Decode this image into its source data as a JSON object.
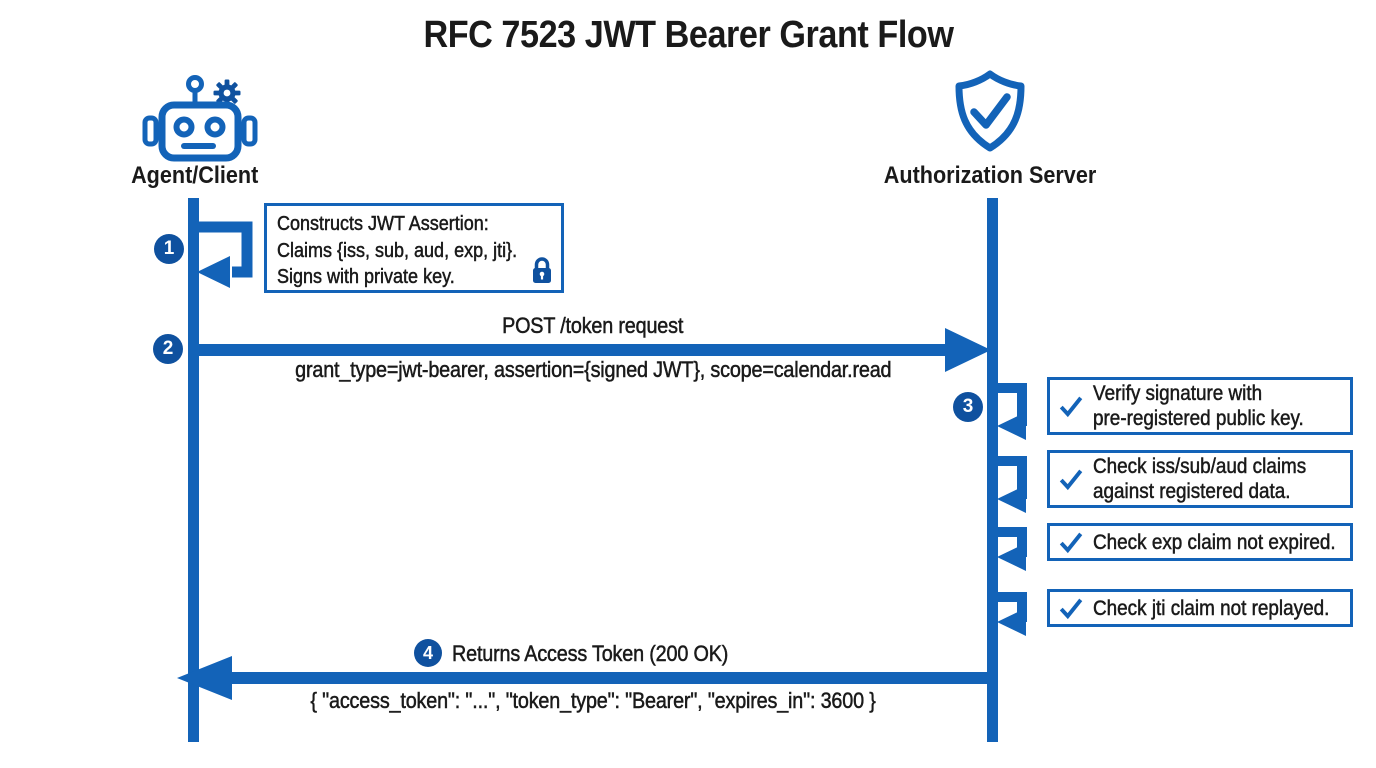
{
  "title": "RFC 7523 JWT Bearer Grant Flow",
  "colors": {
    "primary_blue": "#1363b8",
    "dark_blue": "#0f519f",
    "text": "#1a1a1a",
    "background": "#ffffff"
  },
  "actors": {
    "client": {
      "label": "Agent/Client",
      "icon": "robot-icon"
    },
    "server": {
      "label": "Authorization Server",
      "icon": "shield-check-icon"
    }
  },
  "steps": {
    "step1": {
      "number": "1",
      "note_lines": [
        "Constructs JWT Assertion:",
        "Claims {iss, sub, aud, exp, jti}.",
        "Signs with private key."
      ],
      "note_icon": "lock-icon"
    },
    "step2": {
      "number": "2",
      "label": "POST /token request",
      "sublabel": "grant_type=jwt-bearer, assertion={signed JWT}, scope=calendar.read"
    },
    "step3": {
      "number": "3",
      "checks": [
        {
          "icon": "check-icon",
          "lines": [
            "Verify signature with",
            "pre-registered public key."
          ]
        },
        {
          "icon": "check-icon",
          "lines": [
            "Check iss/sub/aud claims",
            "against registered data."
          ]
        },
        {
          "icon": "check-icon",
          "lines": [
            "Check exp claim not expired."
          ]
        },
        {
          "icon": "check-icon",
          "lines": [
            "Check jti claim not replayed."
          ]
        }
      ]
    },
    "step4": {
      "number": "4",
      "label": "Returns Access Token (200 OK)",
      "sublabel": "{ \"access_token\": \"...\", \"token_type\": \"Bearer\", \"expires_in\": 3600 }"
    }
  }
}
